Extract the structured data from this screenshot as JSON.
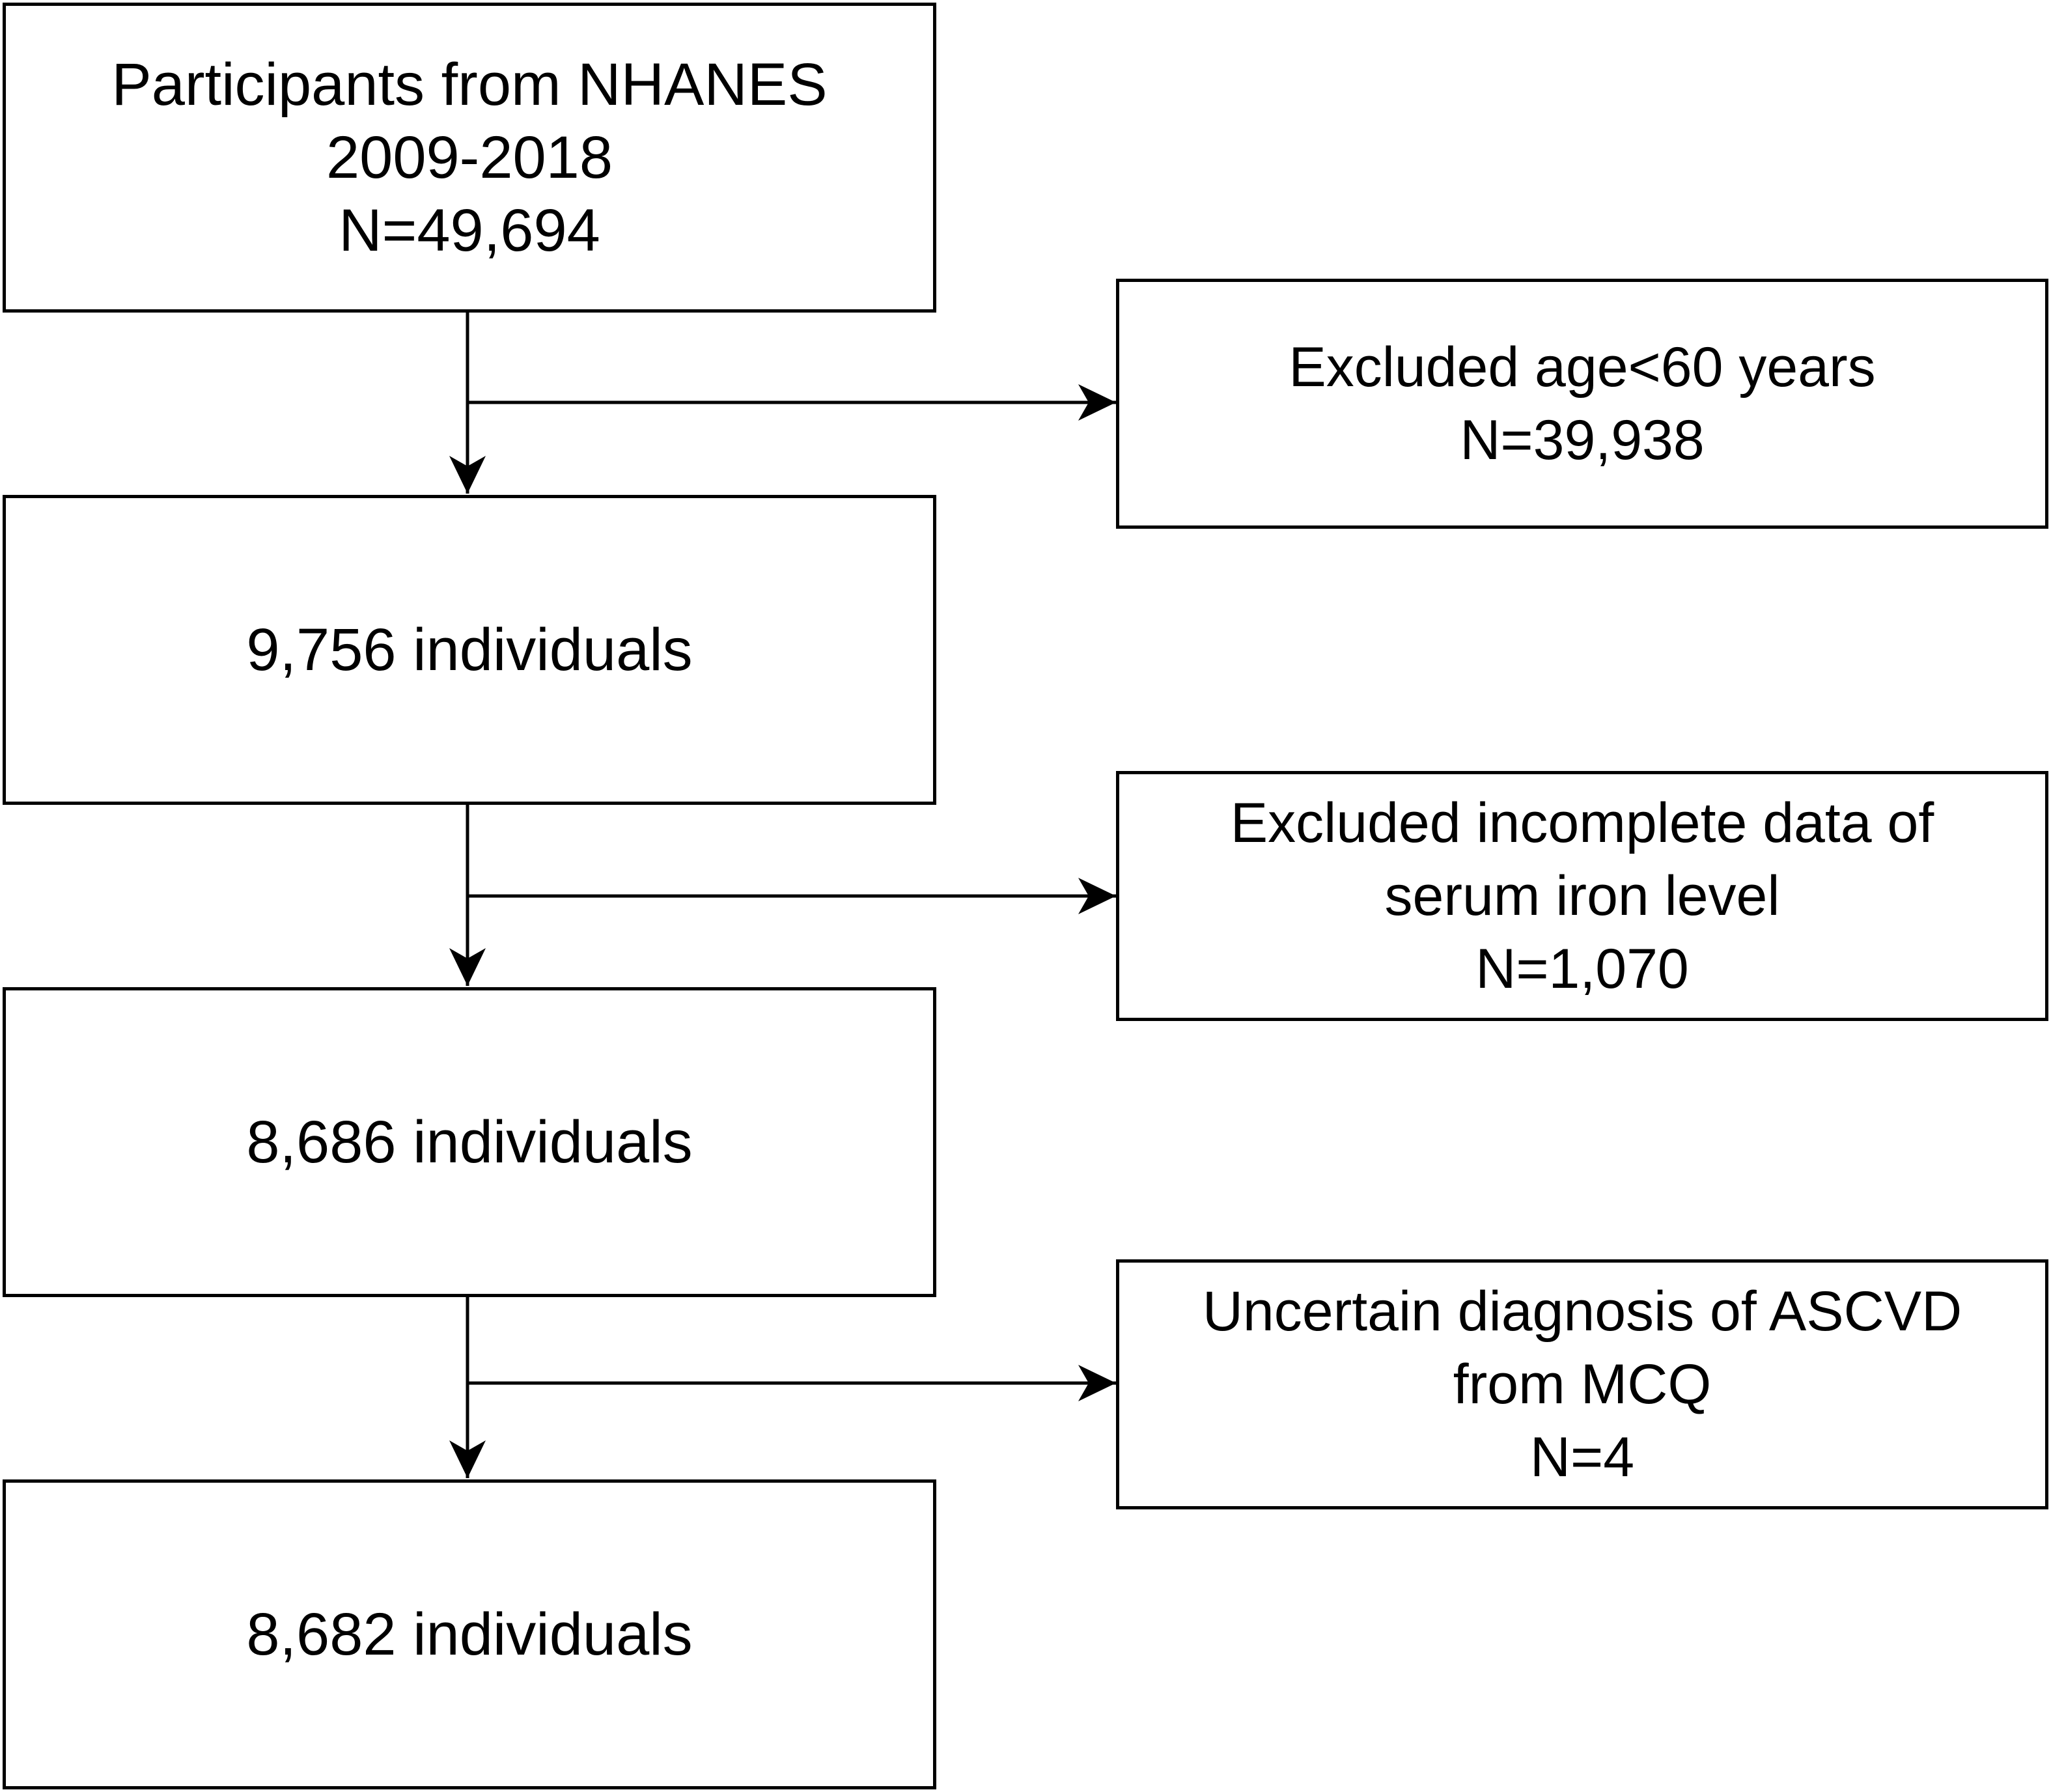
{
  "flowchart": {
    "main_boxes": [
      {
        "id": "start",
        "lines": [
          "Participants from NHANES",
          "2009-2018",
          "N=49,694"
        ]
      },
      {
        "id": "step2",
        "lines": [
          "9,756 individuals"
        ]
      },
      {
        "id": "step3",
        "lines": [
          "8,686 individuals"
        ]
      },
      {
        "id": "final",
        "lines": [
          "8,682 individuals"
        ]
      }
    ],
    "exclusion_boxes": [
      {
        "id": "excl1",
        "lines": [
          "Excluded age<60 years",
          "N=39,938"
        ]
      },
      {
        "id": "excl2",
        "lines": [
          "Excluded incomplete data of",
          "serum iron level",
          "N=1,070"
        ]
      },
      {
        "id": "excl3",
        "lines": [
          "Uncertain diagnosis of ASCVD",
          "from MCQ",
          "N=4"
        ]
      }
    ],
    "colors": {
      "stroke": "#000000",
      "fill": "#ffffff",
      "text": "#000000"
    }
  }
}
